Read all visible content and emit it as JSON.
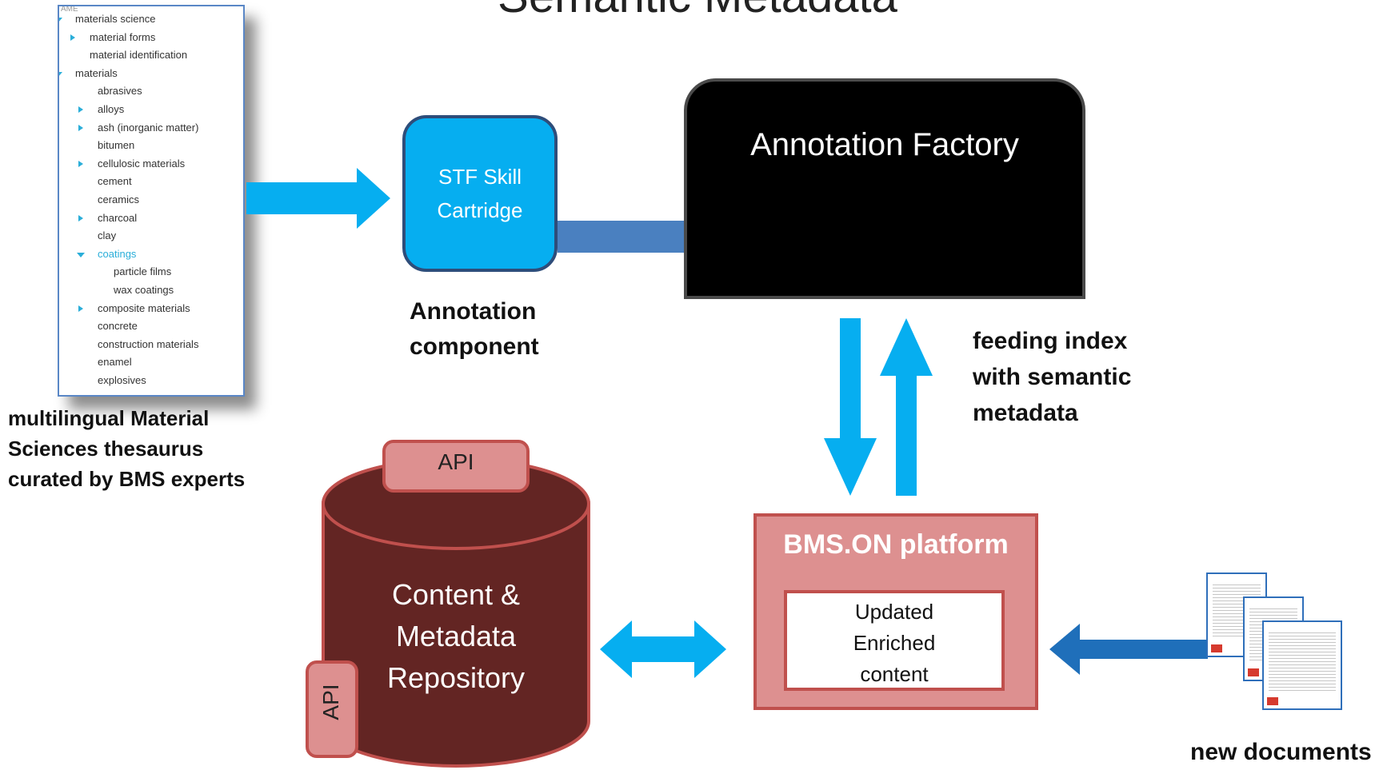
{
  "title": "Semantic Metadata",
  "thesaurus": {
    "corner_label": "AME",
    "items": [
      {
        "label": "materials science",
        "toggle": "down"
      },
      {
        "label": "material forms",
        "toggle": "right"
      },
      {
        "label": "material identification",
        "toggle": ""
      },
      {
        "label": "materials",
        "toggle": "down"
      },
      {
        "label": "abrasives",
        "toggle": ""
      },
      {
        "label": "alloys",
        "toggle": "right"
      },
      {
        "label": "ash (inorganic matter)",
        "toggle": "right"
      },
      {
        "label": "bitumen",
        "toggle": ""
      },
      {
        "label": "cellulosic materials",
        "toggle": "right"
      },
      {
        "label": "cement",
        "toggle": ""
      },
      {
        "label": "ceramics",
        "toggle": ""
      },
      {
        "label": "charcoal",
        "toggle": "right"
      },
      {
        "label": "clay",
        "toggle": ""
      },
      {
        "label": "coatings",
        "toggle": "down"
      },
      {
        "label": "particle films",
        "toggle": ""
      },
      {
        "label": "wax coatings",
        "toggle": ""
      },
      {
        "label": "composite materials",
        "toggle": "right"
      },
      {
        "label": "concrete",
        "toggle": ""
      },
      {
        "label": "construction materials",
        "toggle": ""
      },
      {
        "label": "enamel",
        "toggle": ""
      },
      {
        "label": "explosives",
        "toggle": ""
      }
    ],
    "highlighted": "coatings"
  },
  "captions": {
    "thesaurus": [
      "multilingual Material",
      "Sciences thesaurus",
      "curated by BMS experts"
    ],
    "annotation_component": [
      "Annotation",
      "component"
    ],
    "feeding_index": [
      "feeding index",
      "with semantic",
      "metadata"
    ],
    "new_documents": "new documents"
  },
  "stf_box": [
    "STF Skill",
    "Cartridge"
  ],
  "annotation_factory": "Annotation Factory",
  "platform": {
    "title": "BMS.ON platform",
    "inner": [
      "Updated",
      "Enriched",
      "content"
    ]
  },
  "repository": {
    "label": [
      "Content &",
      "Metadata",
      "Repository"
    ],
    "api_top": "API",
    "api_side": "API"
  },
  "colors": {
    "arrow_light": "#06aef0",
    "arrow_dark": "#1f6fba",
    "stf_fill": "#06aef0",
    "factory_fill": "#000000",
    "repository_fill": "#632523",
    "repository_stroke": "#c0504d",
    "platform_fill": "#dd9090"
  }
}
